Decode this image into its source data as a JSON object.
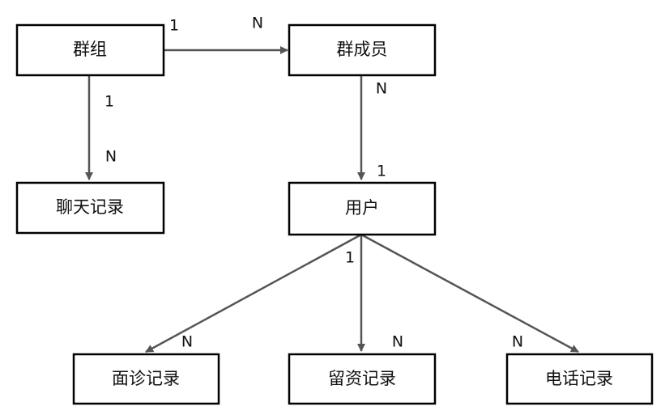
{
  "colors": {
    "line": "#555555",
    "box_border": "#000000",
    "text": "#111111",
    "background": "#ffffff"
  },
  "entities": {
    "group": "群组",
    "group_member": "群成员",
    "chat_record": "聊天记录",
    "user": "用户",
    "interview_record": "面诊记录",
    "message_record": "留资记录",
    "call_record": "电话记录"
  },
  "relations": {
    "group_to_member": {
      "from": "1",
      "to": "N"
    },
    "group_to_chat": {
      "from": "1",
      "to": "N"
    },
    "member_to_user": {
      "from": "N",
      "to": "1"
    },
    "user_to_interview": {
      "from": "1",
      "to": "N"
    },
    "user_to_message": {
      "from": "1",
      "to": "N"
    },
    "user_to_call": {
      "from": "1",
      "to": "N"
    }
  }
}
